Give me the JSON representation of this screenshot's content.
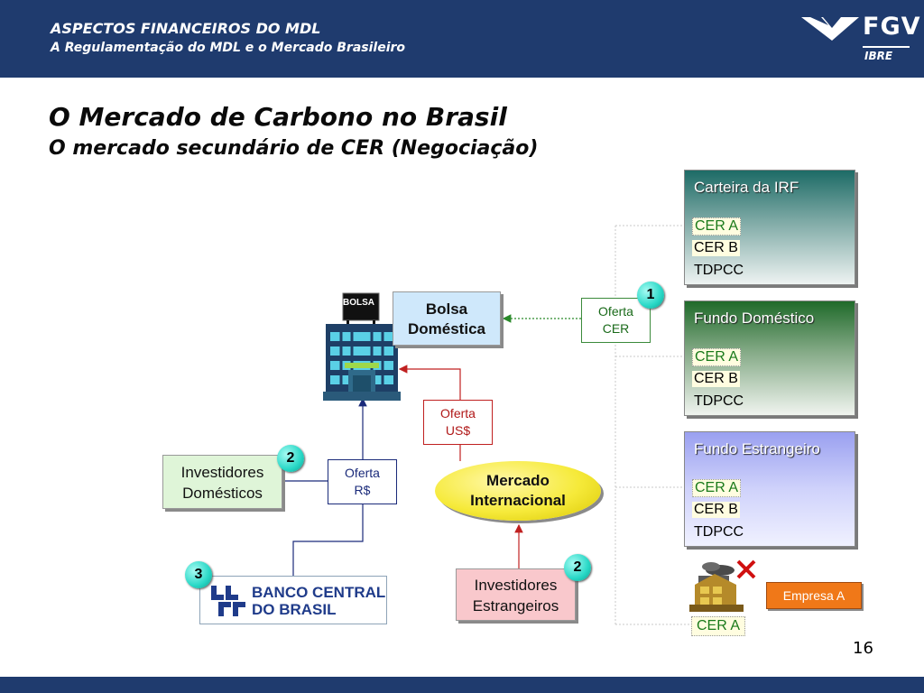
{
  "header": {
    "line1": "ASPECTOS FINANCEIROS DO MDL",
    "line2": "A Regulamentação do MDL e o Mercado Brasileiro",
    "logo_fgv": "FGV",
    "logo_ibre": "IBRE"
  },
  "title": {
    "main": "O Mercado de Carbono no Brasil",
    "sub": "O mercado secundário de CER (Negociação)"
  },
  "portfolios": [
    {
      "title": "Carteira da IRF",
      "items": [
        "CER A",
        "CER B",
        "TDPCC"
      ]
    },
    {
      "title": "Fundo Doméstico",
      "items": [
        "CER A",
        "CER B",
        "TDPCC"
      ]
    },
    {
      "title": "Fundo Estrangeiro",
      "items": [
        "CER A",
        "CER B",
        "TDPCC"
      ]
    }
  ],
  "nodes": {
    "bolsa_building_label": "BOLSA",
    "bolsa_domestica": [
      "Bolsa",
      "Doméstica"
    ],
    "oferta_cer": [
      "Oferta",
      "CER"
    ],
    "oferta_usd": [
      "Oferta",
      "US$"
    ],
    "oferta_rs": [
      "Oferta",
      "R$"
    ],
    "investidores_domesticos": [
      "Investidores",
      "Domésticos"
    ],
    "investidores_estrangeiros": [
      "Investidores",
      "Estrangeiros"
    ],
    "mercado_internacional": [
      "Mercado",
      "Internacional"
    ],
    "banco_central": [
      "BANCO CENTRAL",
      "DO BRASIL"
    ],
    "empresa": "Empresa A",
    "empresa_cer": "CER A"
  },
  "badges": {
    "cer_offer": "1",
    "investidores_domesticos": "2",
    "investidores_estrangeiros": "2",
    "banco_central": "3"
  },
  "colors": {
    "header_bg": "#1f3b6e",
    "cer_green": "#1a7a1a",
    "usd_red": "#b01818",
    "rs_blue": "#1a2a7a",
    "badge_cyan": "#28d8c6",
    "empresa_orange": "#f07818",
    "mercado_yellow": "#f6ea3a"
  },
  "page_number": "16"
}
